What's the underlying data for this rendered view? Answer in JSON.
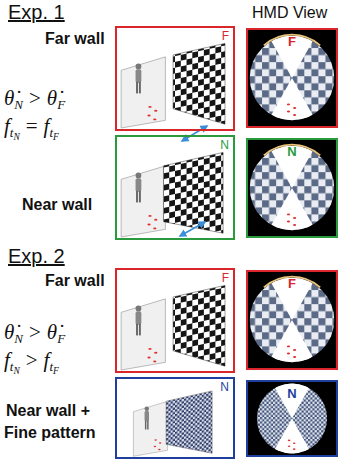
{
  "diagram": {
    "nodes": [
      {
        "text": [
          "F"
        ]
      },
      {
        "text": [
          "F"
        ]
      },
      {
        "text": [
          "N"
        ]
      },
      {
        "text": [
          "N"
        ]
      },
      {
        "text": [
          "F"
        ]
      },
      {
        "text": [
          "F"
        ]
      },
      {
        "text": [
          "N"
        ]
      },
      {
        "text": [
          "N"
        ]
      }
    ],
    "labels": [
      "Exp. 1",
      "HMD View",
      "Far wall",
      "θ̇",
      "N",
      ">",
      "θ̇",
      "F",
      "f",
      "t",
      "N",
      "=",
      "f",
      "t",
      "F",
      "Near wall",
      "Exp. 2",
      "Far wall",
      "θ̇",
      "N",
      ">",
      "θ̇",
      "F",
      "f",
      "t",
      "N",
      ">",
      "f",
      "t",
      "F",
      "Near wall +",
      "Fine pattern"
    ]
  }
}
